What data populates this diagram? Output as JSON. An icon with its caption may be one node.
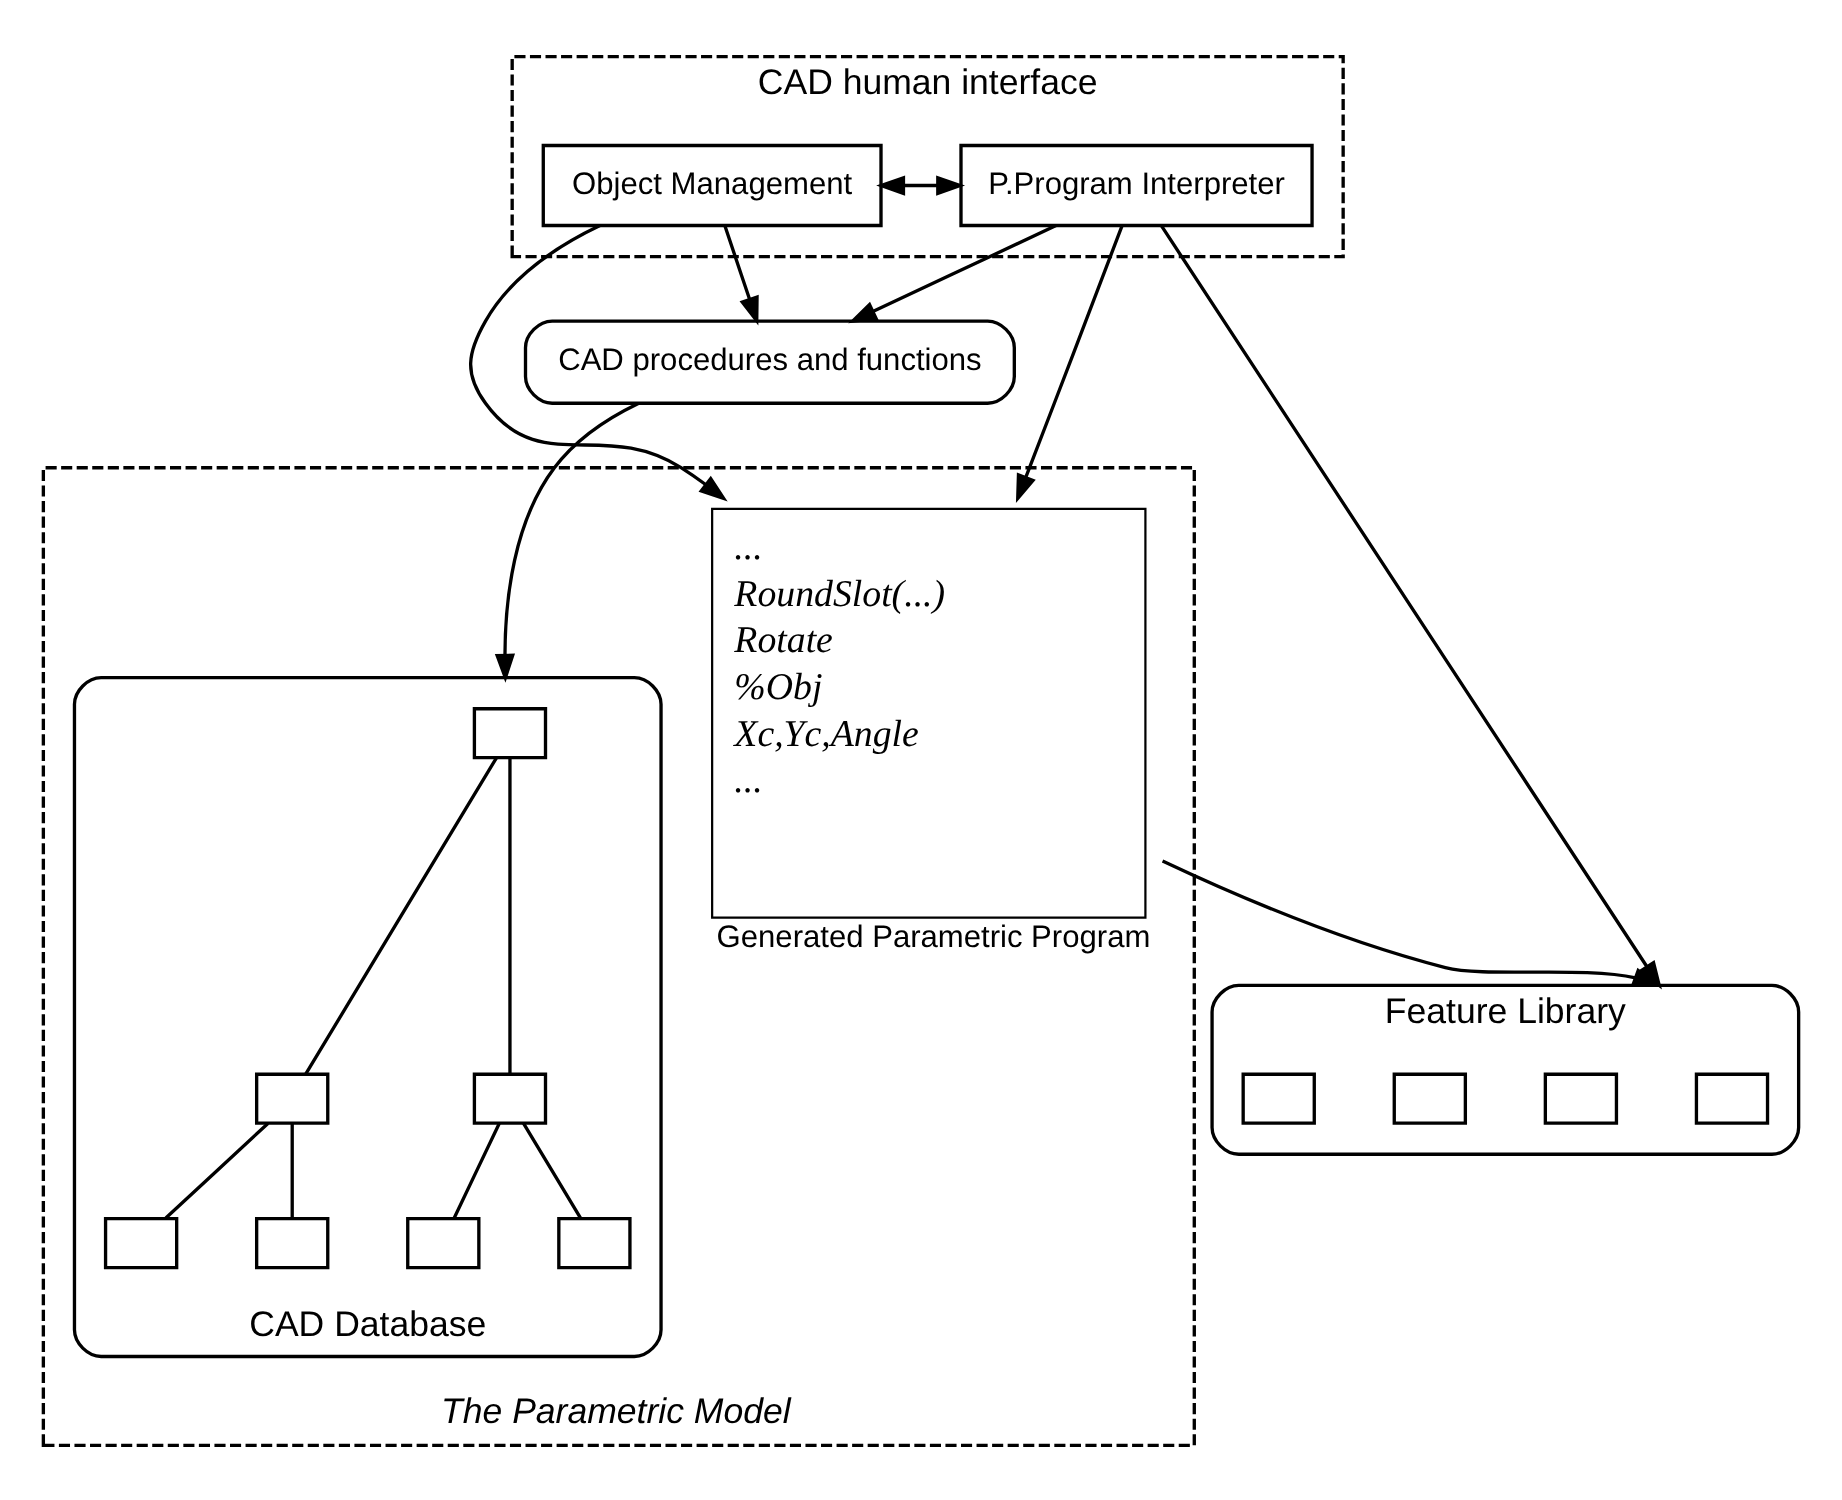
{
  "diagram": {
    "nodes": [
      {
        "text": [
          "CAD human interface"
        ]
      },
      {
        "text": [
          "Object Management"
        ],
        "in": 0
      },
      {
        "text": [
          "P.Program Interpreter"
        ],
        "in": 0
      },
      {
        "text": [
          "CAD procedures and functions"
        ]
      },
      {
        "text": [
          "Feature Library"
        ]
      },
      {
        "text": [],
        "shape": "box",
        "in": 4
      },
      {
        "text": [],
        "shape": "box",
        "in": 4
      },
      {
        "text": [],
        "shape": "box",
        "in": 4
      },
      {
        "text": [],
        "shape": "box",
        "in": 4
      },
      {
        "text": [
          "The Parametric Model"
        ]
      },
      {
        "text": [
          "CAD Database"
        ],
        "in": 9
      },
      {
        "text": [],
        "shape": "box",
        "in": 10
      },
      {
        "text": [],
        "shape": "box",
        "in": 10
      },
      {
        "text": [],
        "shape": "box",
        "in": 10
      },
      {
        "text": [],
        "shape": "box",
        "in": 10
      },
      {
        "text": [],
        "shape": "box",
        "in": 10
      },
      {
        "text": [],
        "shape": "box",
        "in": 10
      },
      {
        "text": [],
        "shape": "box",
        "in": 10
      },
      {
        "text": [
          "...",
          "RoundSlot(...)",
          "Rotate",
          "%Obj",
          "Xc,Yc,Angle",
          "...",
          "Generated Parametric Program"
        ],
        "in": 9
      }
    ],
    "edges": [
      {
        "from": 1,
        "to": 2,
        "arrow": "both"
      },
      {
        "from": 1,
        "to": 3,
        "arrow": "to"
      },
      {
        "from": 1,
        "to": 18,
        "arrow": "to"
      },
      {
        "from": 2,
        "to": 3,
        "arrow": "to"
      },
      {
        "from": 2,
        "to": 18,
        "arrow": "to"
      },
      {
        "from": 2,
        "to": 4,
        "arrow": "to"
      },
      {
        "from": 18,
        "to": 4,
        "arrow": "to"
      },
      {
        "from": 3,
        "to": 10,
        "arrow": "to"
      },
      {
        "from": 11,
        "to": 12,
        "arrow": "none"
      },
      {
        "from": 11,
        "to": 13,
        "arrow": "none"
      },
      {
        "from": 12,
        "to": 14,
        "arrow": "none"
      },
      {
        "from": 12,
        "to": 15,
        "arrow": "none"
      },
      {
        "from": 13,
        "to": 16,
        "arrow": "none"
      },
      {
        "from": 13,
        "to": 17,
        "arrow": "none"
      }
    ]
  }
}
